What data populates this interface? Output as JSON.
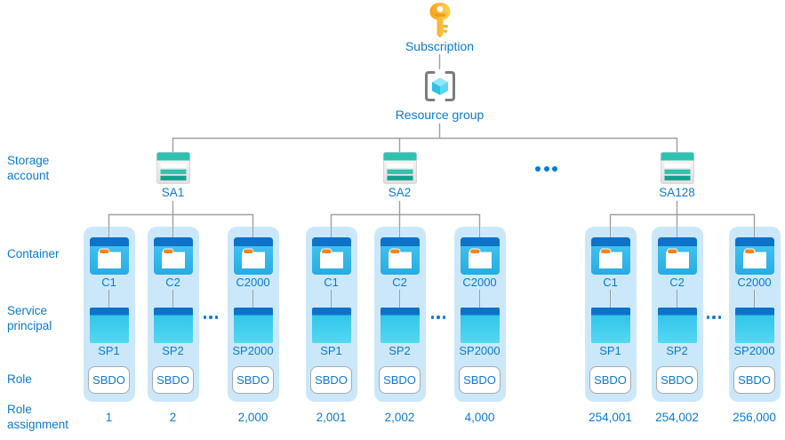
{
  "nodes": {
    "subscription": {
      "label": "Subscription",
      "icon": "key-icon"
    },
    "resource_group": {
      "label": "Resource group",
      "icon": "resource-group-icon"
    }
  },
  "row_labels": {
    "storage_account": "Storage account",
    "container": "Container",
    "service_principal": "Service principal",
    "role": "Role",
    "role_assignment": "Role assignment"
  },
  "ellipsis": "...",
  "storage_groups": [
    {
      "name": "SA1",
      "columns": [
        {
          "container": "C1",
          "service_principal": "SP1",
          "role": "SBDO",
          "role_assignment": "1"
        },
        {
          "container": "C2",
          "service_principal": "SP2",
          "role": "SBDO",
          "role_assignment": "2"
        },
        {
          "container": "C2000",
          "service_principal": "SP2000",
          "role": "SBDO",
          "role_assignment": "2,000"
        }
      ]
    },
    {
      "name": "SA2",
      "columns": [
        {
          "container": "C1",
          "service_principal": "SP1",
          "role": "SBDO",
          "role_assignment": "2,001"
        },
        {
          "container": "C2",
          "service_principal": "SP2",
          "role": "SBDO",
          "role_assignment": "2,002"
        },
        {
          "container": "C2000",
          "service_principal": "SP2000",
          "role": "SBDO",
          "role_assignment": "4,000"
        }
      ]
    },
    {
      "name": "SA128",
      "columns": [
        {
          "container": "C1",
          "service_principal": "SP1",
          "role": "SBDO",
          "role_assignment": "254,001"
        },
        {
          "container": "C2",
          "service_principal": "SP2",
          "role": "SBDO",
          "role_assignment": "254,002"
        },
        {
          "container": "C2000",
          "service_principal": "SP2000",
          "role": "SBDO",
          "role_assignment": "256,000"
        }
      ]
    }
  ],
  "icons": {
    "subscription": "key-icon",
    "resource_group": "resource-group-icon",
    "storage_account": "storage-account-icon",
    "container": "blob-container-icon",
    "service_principal": "service-principal-icon"
  },
  "colors": {
    "label_blue": "#0B79D1",
    "connector_gray": "#9F9F9F",
    "card_bg": "#CBE8FA",
    "storage_teal": "#2EC2AE",
    "storage_teal_dark": "#14A08D",
    "header_blue": "#0E72C8",
    "container_cyan": "#35BCEB",
    "service_principal_cyan": "#3BCDEE",
    "key_gold": "#FFC43F",
    "key_band_orange": "#EF9D1E",
    "tab_orange": "#F58220"
  }
}
